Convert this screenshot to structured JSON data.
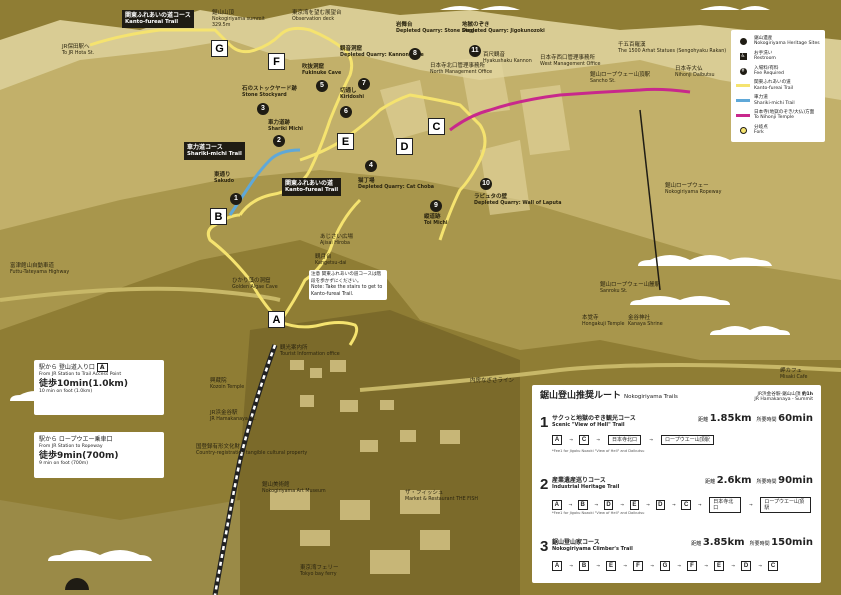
{
  "palette": {
    "far": "#d9cc94",
    "mid": "#b7a45c",
    "near": "#8f7d34",
    "dark": "#7b6a2a",
    "road": "#f5e36f",
    "blue": "#5fa8d8",
    "magenta": "#c8288c",
    "cloud": "#ffffff"
  },
  "points": [
    {
      "id": "A",
      "label": "A"
    },
    {
      "id": "B",
      "label": "B"
    },
    {
      "id": "C",
      "label": "C"
    },
    {
      "id": "D",
      "label": "D"
    },
    {
      "id": "E",
      "label": "E"
    },
    {
      "id": "F",
      "label": "F"
    },
    {
      "id": "G",
      "label": "G"
    }
  ],
  "sites": [
    {
      "no": "1",
      "jp": "東通り",
      "en": "Sakudo"
    },
    {
      "no": "2",
      "jp": "車力道跡",
      "en": "Shariki Michi"
    },
    {
      "no": "3",
      "jp": "石のストックヤード跡",
      "en": "Stone Stockyard"
    },
    {
      "no": "4",
      "jp": "猫丁場",
      "en": "Depleted Quarry: Cat Choba"
    },
    {
      "no": "5",
      "jp": "吹抜洞窟",
      "en": "Fukinuke Cave"
    },
    {
      "no": "6",
      "jp": "切通し",
      "en": "Kiridoshi"
    },
    {
      "no": "7",
      "jp": "観音洞窟",
      "en": "Depleted Quarry: Kannon Cave"
    },
    {
      "no": "8",
      "jp": "岩舞台",
      "en": "Depleted Quarry: Stone Stage"
    },
    {
      "no": "9",
      "jp": "縦道跡",
      "en": "Toi Michi"
    },
    {
      "no": "10",
      "jp": "ラピュタの壁",
      "en": "Depleted Quarry: Wall of Laputa"
    },
    {
      "no": "11",
      "jp": "地獄のぞき",
      "en": "Depleted Quarry: Jigokunozoki"
    }
  ],
  "labels": {
    "summit": {
      "jp": "鋸山山頂",
      "en": "Nokogiriyama summit",
      "sub": "329.5m"
    },
    "observation": {
      "jp": "東京湾を望む展望台",
      "en": "Observation deck"
    },
    "kanto_top": {
      "jp": "関東ふれあいの道コース",
      "en": "Kanto-fureai Trail"
    },
    "kanto_mid": {
      "jp": "関東ふれあいの道",
      "en": "Kanto-fureai Trail"
    },
    "shariki": {
      "jp": "車力道コース",
      "en": "Shariki-michi Trail"
    },
    "hota": {
      "jp": "JR保田駅へ",
      "en": "To JR Hota St."
    },
    "hyakushaku": {
      "jp": "百尺観音",
      "en": "Hyakushaku Kannon"
    },
    "nihonji_north": {
      "jp": "日本寺北口管理事務所",
      "en": "North Management Office"
    },
    "nihonji_west": {
      "jp": "日本寺西口管理事務所",
      "en": "West Management Office"
    },
    "rakan": {
      "jp": "千五百羅漢",
      "en": "The 1500 Arhat Statues (Sengohyaku Rakan)"
    },
    "sancho": {
      "jp": "鋸山ロープウェー山頂駅",
      "en": "Sancho St."
    },
    "daibutsu": {
      "jp": "日本寺大仏",
      "en": "Nihonji Daibutsu"
    },
    "ropeway": {
      "jp": "鋸山ロープウェー",
      "en": "Nokogiriyama Ropeway"
    },
    "sanroku": {
      "jp": "鋸山ロープウェー山麓駅",
      "en": "Sanroku St."
    },
    "ajisai": {
      "jp": "あじさい広場",
      "en": "Ajisai Hiroba"
    },
    "kangetsu": {
      "jp": "観月台",
      "en": "Kangetsu-dai"
    },
    "algae": {
      "jp": "ひかり藻の洞窟",
      "en": "Golden Algae Cave"
    },
    "highway": {
      "jp": "富津館山自動車道",
      "en": "Futtu-Tateyama Highway"
    },
    "notice": {
      "jp": "注意 関東ふれあいの道コースは階段を歩かずにください。",
      "en": "Note: Take the stairs to get to Kanto-fureai Trail."
    },
    "kozoin": {
      "jp": "興蔵院",
      "en": "Kozoin Temple"
    },
    "hamakanaya": {
      "jp": "JR浜金谷駅",
      "en": "JR Hamakanaya St."
    },
    "tourist": {
      "jp": "観光案内所",
      "en": "Tourist Information office"
    },
    "art": {
      "jp": "鋸山美術館",
      "en": "Nokogiriyama Art Museum"
    },
    "hongakuji": {
      "jp": "本覚寺",
      "en": "Hongakuji Temple"
    },
    "kanaya": {
      "jp": "金谷神社",
      "en": "Kanaya Shrine"
    },
    "fish": {
      "jp": "ザ・フィッシュ",
      "en": "Market & Restaurant THE FISH"
    },
    "ferry": {
      "jp": "東京湾フェリー",
      "en": "Tokyo bay ferry"
    },
    "misaki": {
      "jp": "岬カフェ",
      "en": "Misaki Cafe"
    },
    "kaido": {
      "jp": "内房なぎさライン",
      "en": "Uchibō nagisa line"
    },
    "heritage": {
      "jp": "国登録有形文化財",
      "en": "Country-registration tangible cultural property"
    }
  },
  "station_boxes": [
    {
      "jp": "駅から 登山道入り口",
      "en": "From JR Station to Trail Access Point",
      "pt": "A",
      "time_jp": "徒歩10min(1.0km)",
      "time_en": "10 min on foot (1.0km)"
    },
    {
      "jp": "駅から ロープウエー乗車口",
      "en": "From JR Station to Ropeway",
      "time_jp": "徒歩9min(700m)",
      "time_en": "9 min on foot (700m)"
    }
  ],
  "legend": [
    {
      "key": "heritage",
      "jp": "鋸山遺産",
      "en": "Nokogiriyama Heritage Sites"
    },
    {
      "key": "toilet",
      "jp": "お手洗い",
      "en": "Restroom"
    },
    {
      "key": "fee",
      "jp": "入場料/有料",
      "en": "Fee Required"
    },
    {
      "key": "kanto",
      "jp": "関東ふれあいの道",
      "en": "Kanto-fureai Trail"
    },
    {
      "key": "shariki",
      "jp": "車力道",
      "en": "Shariki-michi Trail"
    },
    {
      "key": "nihonji",
      "jp": "日本寺(地獄のぞき/大仏)方面",
      "en": "To Nihonji Temple"
    },
    {
      "key": "fork",
      "jp": "分岐点",
      "en": "Fork"
    }
  ],
  "routes": {
    "title": "鋸山登山推奨ルート",
    "title_en": "Nokogiriyama Trails",
    "header_from": "JR浜金谷駅-鋸山山頂",
    "header_from_en": "JR Hamakanaya - Summit",
    "header_time": "約1h",
    "list": [
      {
        "no": "1",
        "jp": "サクっと地獄のぞき観光コース",
        "en": "Scenic \"View of Hell\" Trail",
        "dist": "1.85km",
        "time": "60min",
        "chain": [
          "A",
          "C"
        ],
        "station1": "日本寺北口",
        "station2": "ロープウエー山頂駅",
        "note": "*Fee1 for Jigoku Nozoki \"View of Hell\" and Daibutsu"
      },
      {
        "no": "2",
        "jp": "産業遺産巡りコース",
        "en": "Industrial Heritage Trail",
        "dist": "2.6km",
        "time": "90min",
        "chain": [
          "A",
          "B",
          "D",
          "E",
          "D",
          "C"
        ],
        "station1": "日本寺北口",
        "station2": "ロープウエー山頂駅",
        "note": "*Fee1 for Jigoku Nozoki \"View of Hell\" and Daibutsu"
      },
      {
        "no": "3",
        "jp": "鋸山登山家コース",
        "en": "Nokogiriyama Climber's Trail",
        "dist": "3.85km",
        "time": "150min",
        "chain": [
          "A",
          "B",
          "E",
          "F",
          "G",
          "F",
          "E",
          "D",
          "C"
        ],
        "note": ""
      }
    ]
  }
}
